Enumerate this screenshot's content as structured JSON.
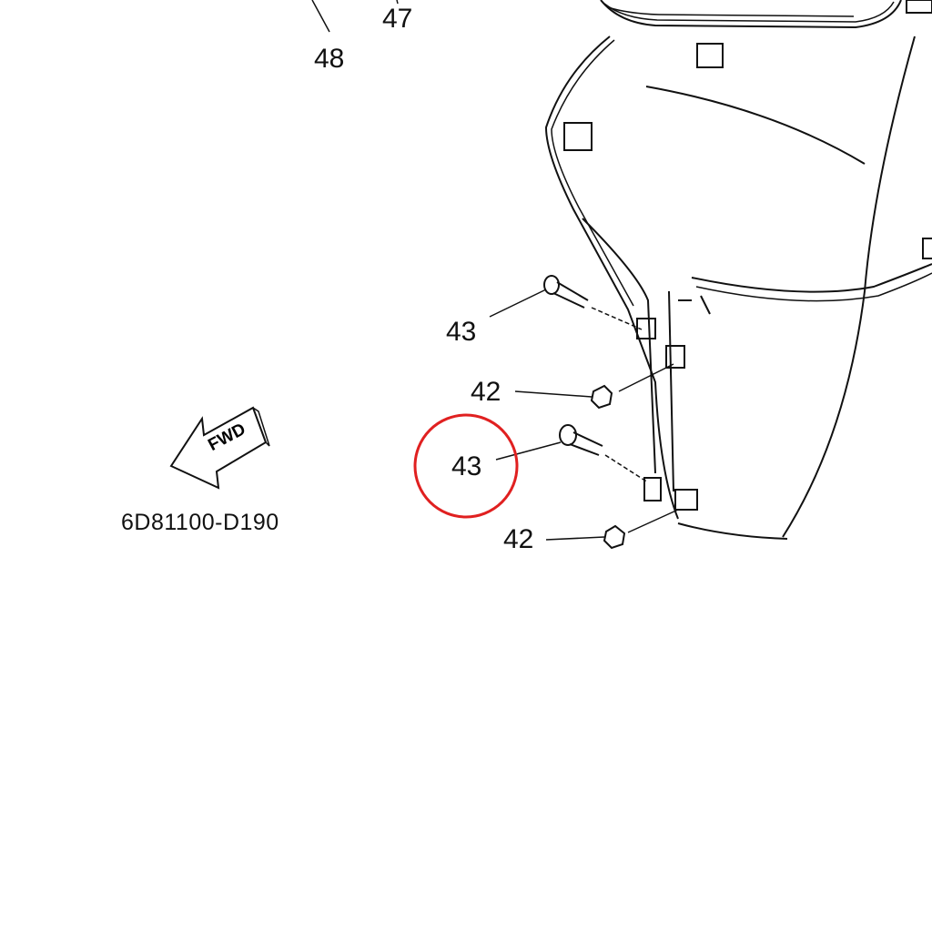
{
  "diagram": {
    "part_code": "6D81100-D190",
    "direction_label": "FWD",
    "callouts": [
      {
        "id": "48",
        "label": "48"
      },
      {
        "id": "47",
        "label": "47"
      },
      {
        "id": "43a",
        "label": "43"
      },
      {
        "id": "42a",
        "label": "42"
      },
      {
        "id": "43b",
        "label": "43",
        "highlighted": true
      },
      {
        "id": "42b",
        "label": "42"
      }
    ],
    "highlight_color": "#e02020"
  }
}
